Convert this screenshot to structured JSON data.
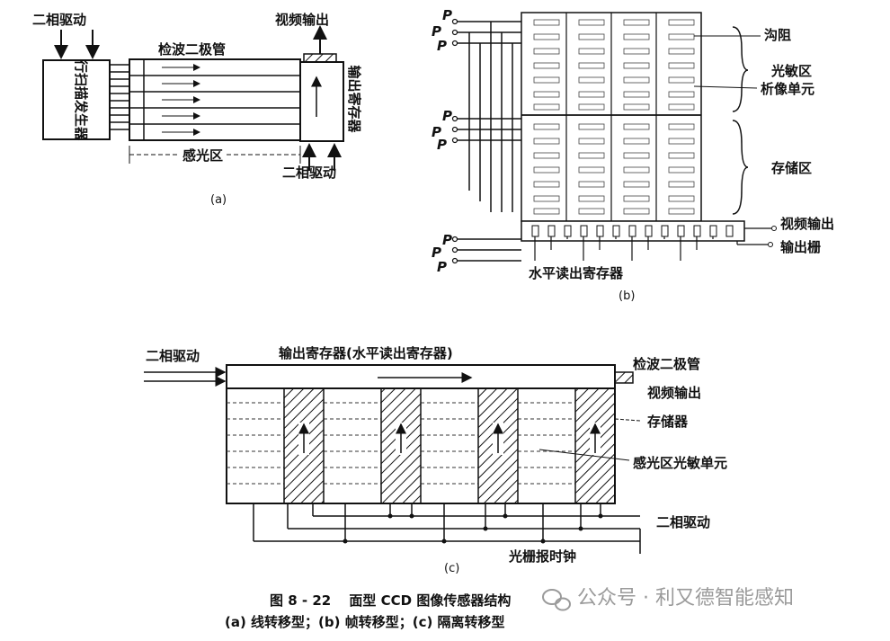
{
  "panel_a": {
    "drive_top": "二相驱动",
    "generator": "行扫描发生器",
    "diode": "检波二极管",
    "video_out": "视频输出",
    "output_register": "输出寄存器",
    "photosensitive": "感光区",
    "drive_bottom": "二相驱动",
    "caption": "(a)"
  },
  "panel_b": {
    "phase_1": "P",
    "phase_2": "P",
    "phase_3": "P",
    "channel_stop": "沟阻",
    "photosensitive_area": "光敏区",
    "pixel_unit": "析像单元",
    "storage_area": "存储区",
    "video_out": "视频输出",
    "output_gate": "输出栅",
    "horizontal_register": "水平读出寄存器",
    "caption": "(b)"
  },
  "panel_c": {
    "drive_left": "二相驱动",
    "register_title": "输出寄存器(水平读出寄存器)",
    "diode": "检波二极管",
    "video_out": "视频输出",
    "storage": "存储器",
    "photosensitive_unit": "感光区光敏单元",
    "drive_bottom": "二相驱动",
    "clock": "光栅报时钟",
    "caption": "(c)"
  },
  "figure": {
    "title": "图 8 - 22　 面型 CCD 图像传感器结构",
    "subtitle": "(a) 线转移型；(b) 帧转移型；(c) 隔离转移型"
  },
  "watermark": {
    "text": "公众号 · 利又德智能感知",
    "icon": "wechat-icon"
  }
}
